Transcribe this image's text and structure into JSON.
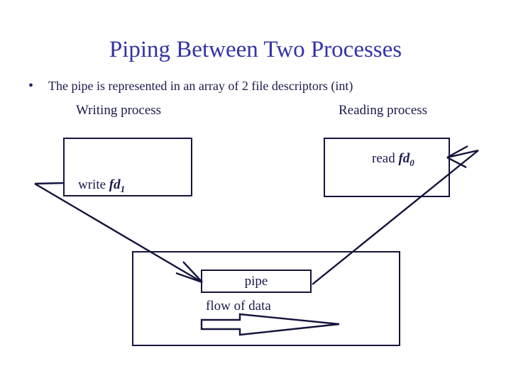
{
  "slide": {
    "title": "Piping Between Two Processes",
    "background_color": "#ffffff",
    "title_color": "#3333a8",
    "body_color": "#1a1a4d",
    "line_color": "#14143c"
  },
  "bullet": {
    "glyph": "•",
    "text": "The pipe is represented in an array of 2 file descriptors (int)"
  },
  "labels": {
    "writing_process": "Writing process",
    "reading_process": "Reading process"
  },
  "diagram": {
    "write_box": {
      "label_prefix": "write ",
      "fd_symbol": "fd",
      "fd_index": "1"
    },
    "read_box": {
      "label_prefix": "read ",
      "fd_symbol": "fd",
      "fd_index": "0"
    },
    "pipe_inner_label": "pipe",
    "flow_label": "flow of data"
  }
}
